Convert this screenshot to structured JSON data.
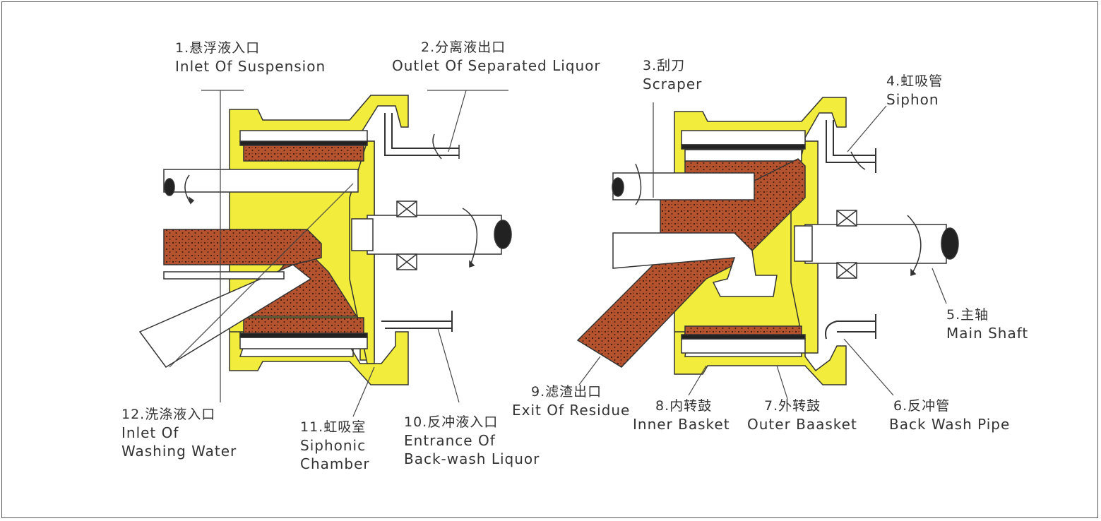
{
  "labels": {
    "l1": {
      "cn": "1.悬浮液入口",
      "en": "Inlet Of Suspension"
    },
    "l2": {
      "cn": "2.分离液出口",
      "en": "Outlet Of Separated Liquor"
    },
    "l3": {
      "cn": "3.刮刀",
      "en": "Scraper"
    },
    "l4": {
      "cn": "4.虹吸管",
      "en": "Siphon"
    },
    "l5": {
      "cn": "5.主轴",
      "en": "Main Shaft"
    },
    "l6": {
      "cn": "6.反冲管",
      "en": "Back Wash Pipe"
    },
    "l7": {
      "cn": "7.外转鼓",
      "en": "Outer Baasket"
    },
    "l8": {
      "cn": "8.内转鼓",
      "en": "Inner Basket"
    },
    "l9": {
      "cn": "9.滤渣出口",
      "en": "Exit Of Residue"
    },
    "l10": {
      "cn": "10.反冲液入口",
      "en1": "Entrance Of",
      "en2": "Back-wash Liquor"
    },
    "l11": {
      "cn": "11.虹吸室",
      "en1": "Siphonic",
      "en2": "Chamber"
    },
    "l12": {
      "cn": "12.洗涤液入口",
      "en1": "Inlet Of",
      "en2": "Washing Water"
    }
  },
  "colors": {
    "casing": "#f2ec3c",
    "residue": "#b5532f",
    "residue_dot": "#3a1a10",
    "outline": "#333333",
    "screen": "#222222"
  }
}
